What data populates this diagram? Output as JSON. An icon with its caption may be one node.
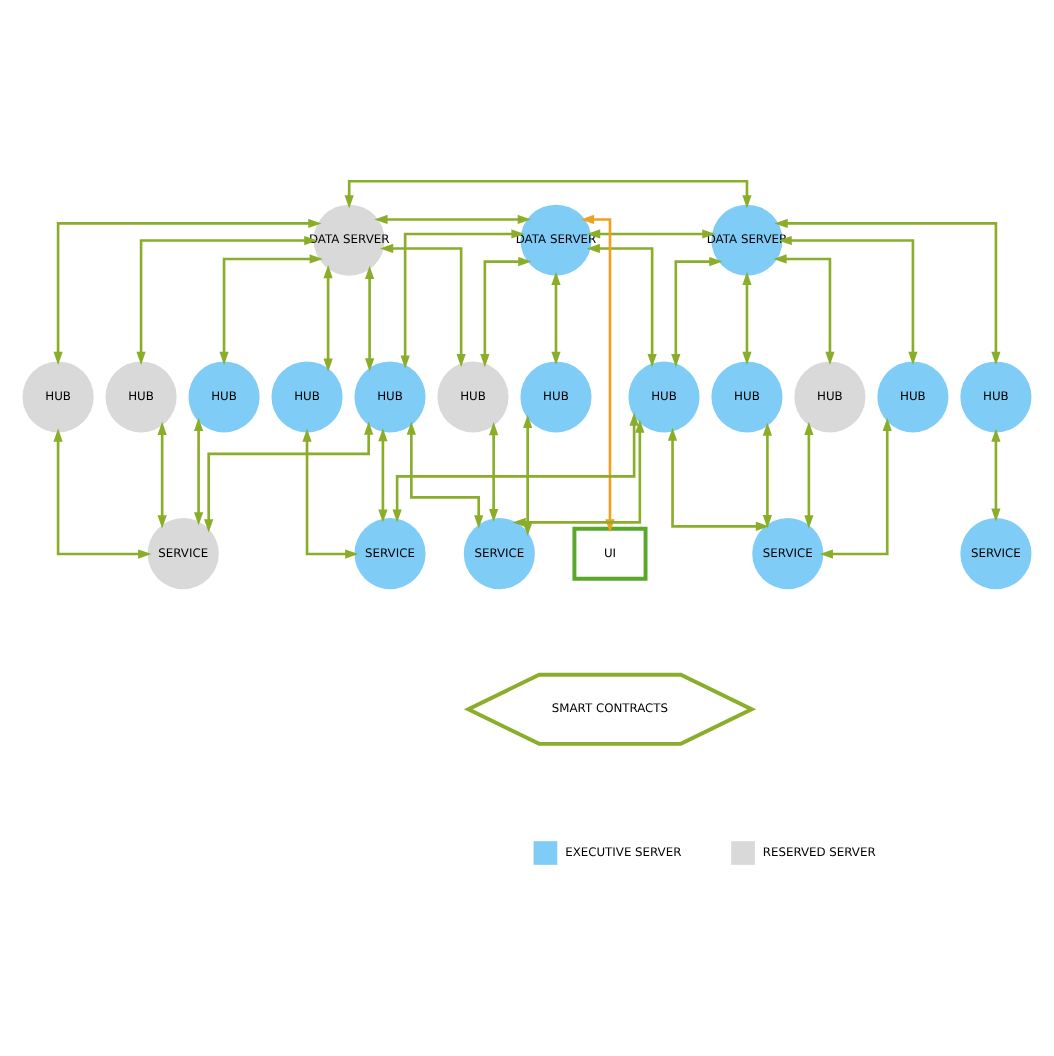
{
  "diagram": {
    "nodes": [
      {
        "text": [
          "DATA SERVER"
        ]
      },
      {
        "text": [
          "DATA SERVER"
        ]
      },
      {
        "text": [
          "DATA SERVER"
        ]
      },
      {
        "text": [
          "HUB"
        ]
      },
      {
        "text": [
          "HUB"
        ]
      },
      {
        "text": [
          "HUB"
        ]
      },
      {
        "text": [
          "HUB"
        ]
      },
      {
        "text": [
          "HUB"
        ]
      },
      {
        "text": [
          "HUB"
        ]
      },
      {
        "text": [
          "HUB"
        ]
      },
      {
        "text": [
          "HUB"
        ]
      },
      {
        "text": [
          "HUB"
        ]
      },
      {
        "text": [
          "HUB"
        ]
      },
      {
        "text": [
          "HUB"
        ]
      },
      {
        "text": [
          "HUB"
        ]
      },
      {
        "text": [
          "SERVICE"
        ]
      },
      {
        "text": [
          "SERVICE"
        ]
      },
      {
        "text": [
          "UI"
        ]
      },
      {
        "text": [
          "SERVICE"
        ]
      },
      {
        "text": [
          "SERVICE"
        ]
      },
      {
        "text": [
          "SERVICE"
        ]
      },
      {
        "text": [
          "SMART CONTRACTS"
        ]
      }
    ],
    "edges": [
      {
        "from": 0,
        "to": 2,
        "arrow": "both"
      },
      {
        "from": 0,
        "to": 1,
        "arrow": "both"
      },
      {
        "from": 1,
        "to": 2,
        "arrow": "both"
      },
      {
        "from": 0,
        "to": 3,
        "arrow": "both"
      },
      {
        "from": 0,
        "to": 4,
        "arrow": "both"
      },
      {
        "from": 0,
        "to": 5,
        "arrow": "both"
      },
      {
        "from": 0,
        "to": 6,
        "arrow": "both"
      },
      {
        "from": 0,
        "to": 7,
        "arrow": "both"
      },
      {
        "from": 0,
        "to": 8,
        "arrow": "both"
      },
      {
        "from": 1,
        "to": 7,
        "arrow": "both"
      },
      {
        "from": 1,
        "to": 8,
        "arrow": "both"
      },
      {
        "from": 1,
        "to": 9,
        "arrow": "both"
      },
      {
        "from": 1,
        "to": 10,
        "arrow": "both"
      },
      {
        "from": 2,
        "to": 10,
        "arrow": "both"
      },
      {
        "from": 2,
        "to": 11,
        "arrow": "both"
      },
      {
        "from": 2,
        "to": 12,
        "arrow": "both"
      },
      {
        "from": 2,
        "to": 13,
        "arrow": "both"
      },
      {
        "from": 2,
        "to": 14,
        "arrow": "both"
      },
      {
        "from": 1,
        "to": 17,
        "arrow": "both",
        "color": "#f0a020"
      },
      {
        "from": 3,
        "to": 15,
        "arrow": "both"
      },
      {
        "from": 4,
        "to": 15,
        "arrow": "both"
      },
      {
        "from": 5,
        "to": 15,
        "arrow": "both"
      },
      {
        "from": 7,
        "to": 15,
        "arrow": "both"
      },
      {
        "from": 6,
        "to": 16,
        "arrow": "both"
      },
      {
        "from": 7,
        "to": 16,
        "arrow": "both"
      },
      {
        "from": 10,
        "to": 16,
        "arrow": "both"
      },
      {
        "from": 7,
        "to": 18,
        "arrow": "both"
      },
      {
        "from": 10,
        "to": 18,
        "arrow": "both"
      },
      {
        "from": 8,
        "to": 18,
        "arrow": "both"
      },
      {
        "from": 9,
        "to": 18,
        "arrow": "both"
      },
      {
        "from": 11,
        "to": 19,
        "arrow": "both"
      },
      {
        "from": 10,
        "to": 20,
        "arrow": "both"
      },
      {
        "from": 12,
        "to": 20,
        "arrow": "both"
      },
      {
        "from": 13,
        "to": 20,
        "arrow": "both"
      },
      {
        "from": 14,
        "to": 20,
        "arrow": "both"
      }
    ],
    "legend": [
      {
        "text": "EXECUTIVE SERVER",
        "color": "#7fcdf7"
      },
      {
        "text": "RESERVED SERVER",
        "color": "#d9d9d9"
      }
    ]
  }
}
